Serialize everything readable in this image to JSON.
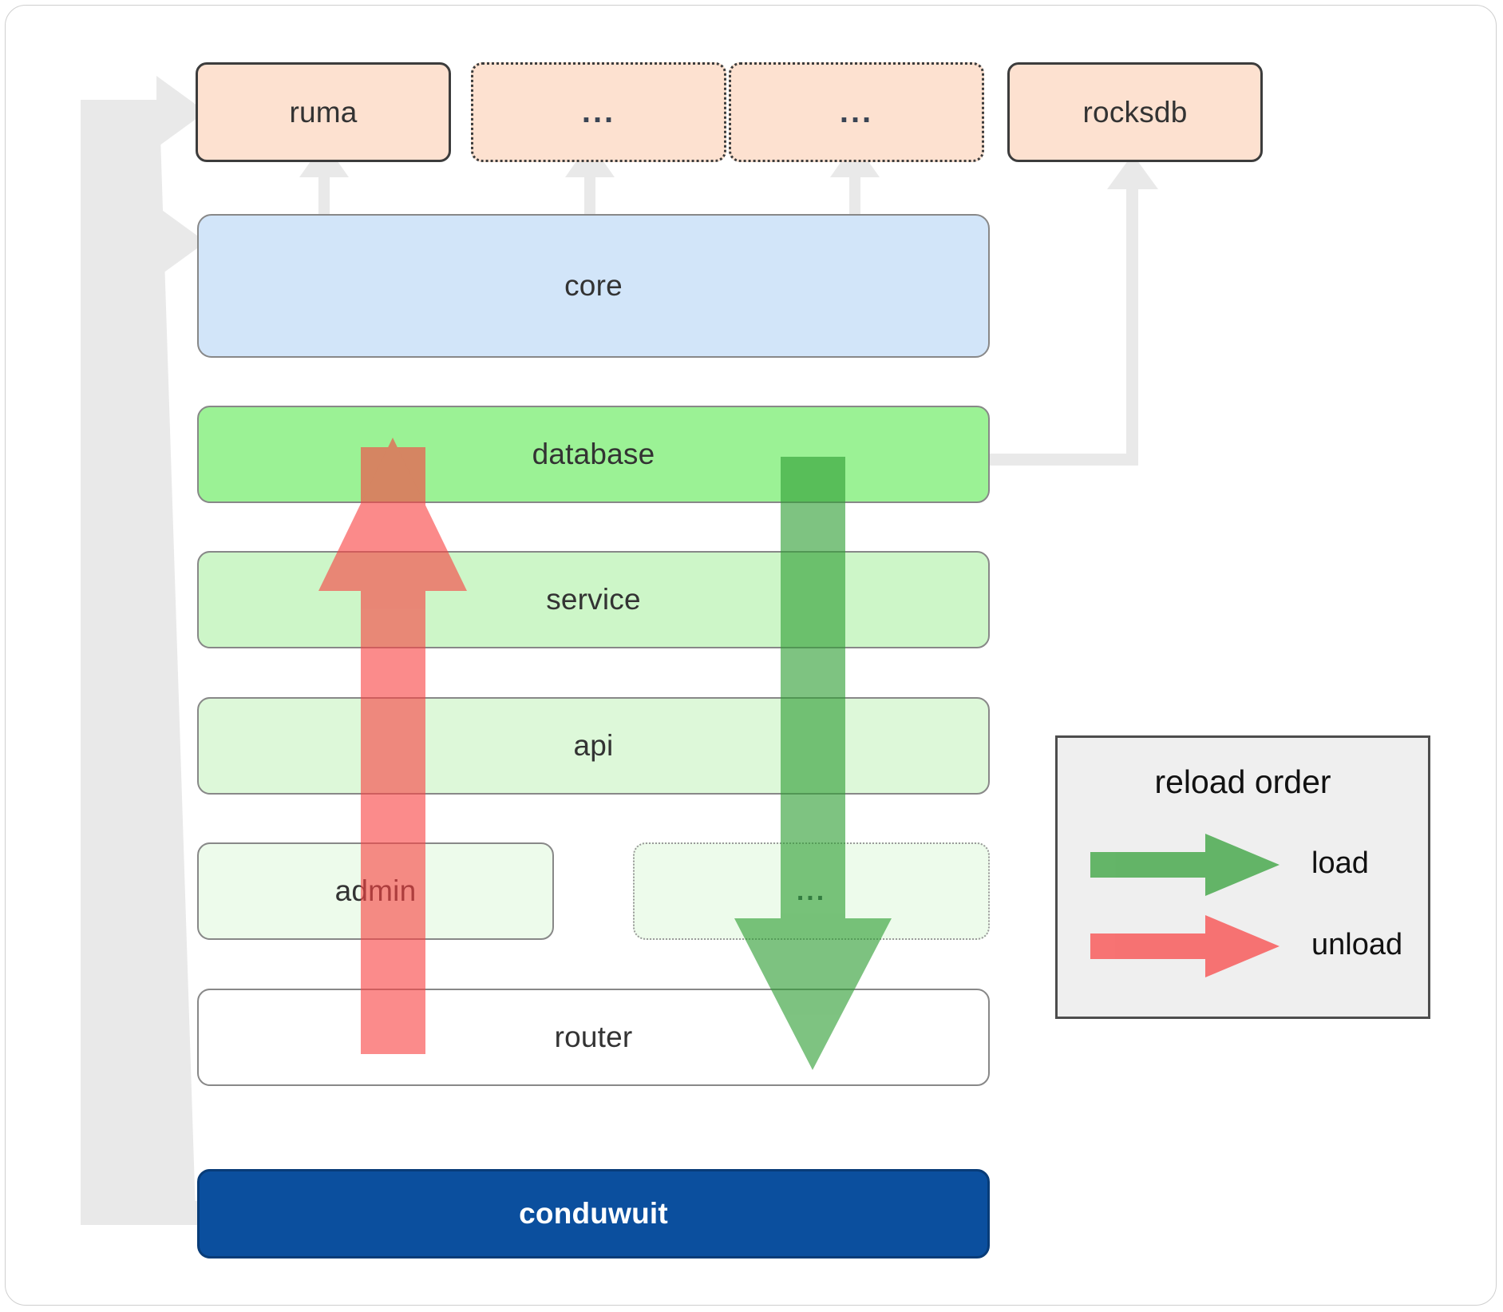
{
  "diagram": {
    "title": "conduwuit crate / reload order architecture",
    "nodes": {
      "ruma": "ruma",
      "ellipsis_a": "...",
      "ellipsis_b": "...",
      "rocksdb": "rocksdb",
      "core": "core",
      "database": "database",
      "service": "service",
      "api": "api",
      "admin": "admin",
      "ellipsis_c": "...",
      "router": "router",
      "conduwuit": "conduwuit"
    },
    "legend": {
      "title": "reload order",
      "load_label": "load",
      "unload_label": "unload",
      "load_color": "#4caf50",
      "unload_color": "#fb8181"
    },
    "colors": {
      "orange": "#fde1d0",
      "blue": "#d2e5f9",
      "navy": "#0b4f9e",
      "green_strong": "#9bf295",
      "connector_grey": "#e9e9e9",
      "legend_bg": "#efefef"
    }
  }
}
